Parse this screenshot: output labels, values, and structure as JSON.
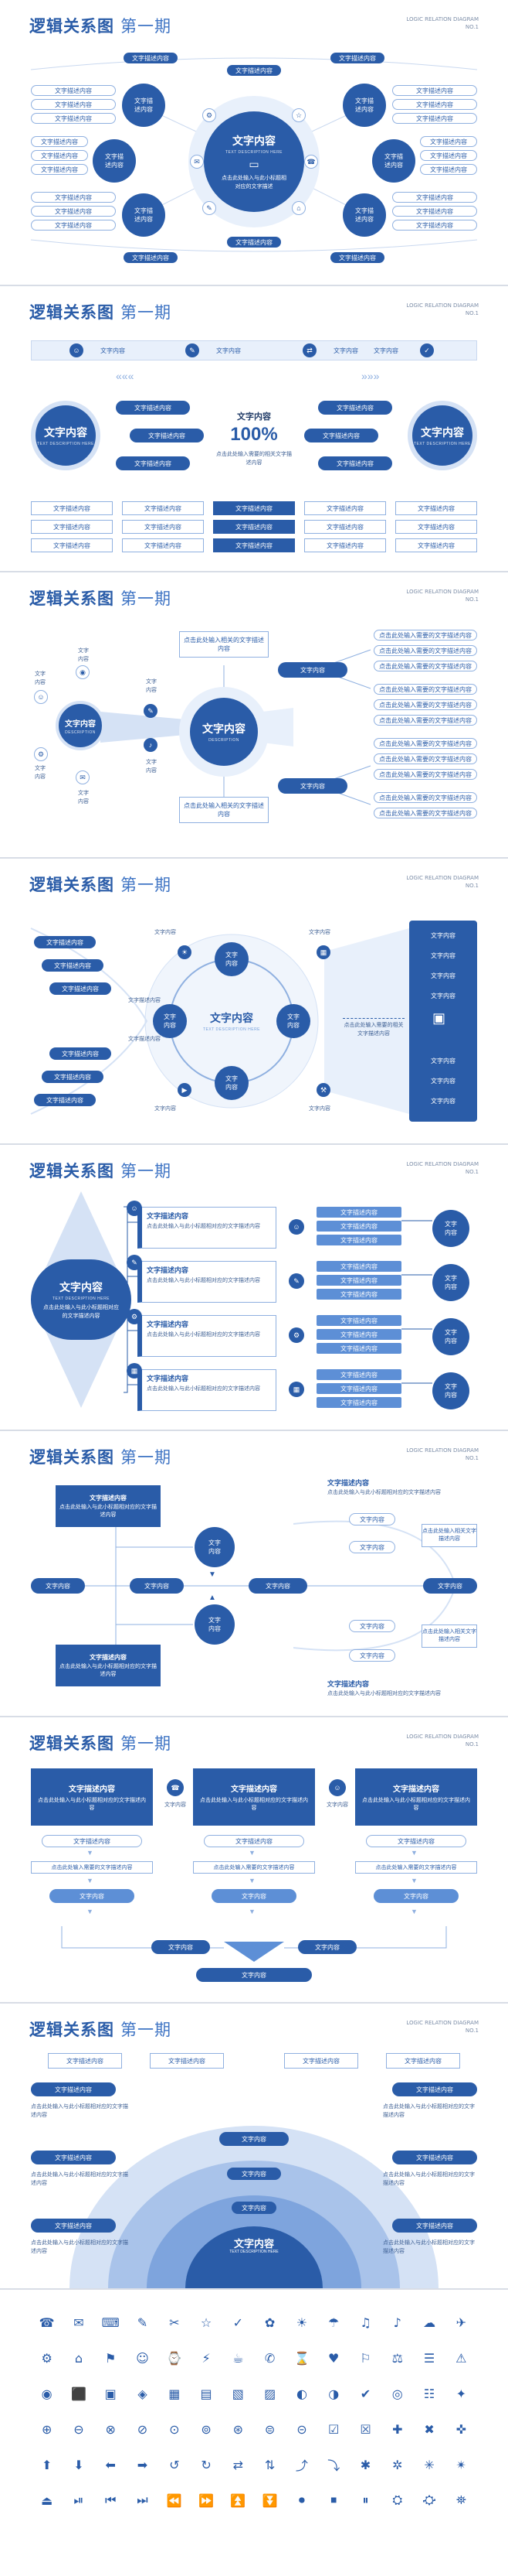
{
  "common": {
    "title": "逻辑关系图",
    "subtitle": "第一期",
    "tag_line1": "LOGIC RELATION DIAGRAM",
    "tag_line2": "NO.1",
    "desc": "文字描述内容",
    "content": "文字内容",
    "en_desc": "TEXT DESCRIPTION HERE",
    "content_multiline": "文字\n内容",
    "desc_multiline": "文字描\n述内容",
    "click_text": "点击此处输入与此小标题相对应的文字描述内容"
  },
  "slide1": {
    "center_title": "文字内容",
    "center_en": "TEXT DESCRIPTION HERE",
    "center_text": "点击此处输入与此小标题相对应的文字描述",
    "top_pills": [
      "文字描述内容",
      "文字描述内容",
      "文字描述内容"
    ],
    "bottom_pills": [
      "文字描述内容",
      "文字描述内容",
      "文字描述内容"
    ],
    "node_label": "文字描述内容",
    "list_item": "文字描述内容"
  },
  "slide2": {
    "bar_items": [
      "文字内容",
      "文字内容",
      "文字内容",
      "文字内容"
    ],
    "center_title": "文字内容",
    "percent": "100%",
    "center_text": "点击此处输入需要的相关文字描述内容",
    "circle_title": "文字内容",
    "circle_en": "TEXT DESCRIPTION HERE",
    "pill": "文字描述内容",
    "grid_item": "文字描述内容"
  },
  "slide3": {
    "top_box": "点击此处输入相关的文字描述内容",
    "bottom_box": "点击此处输入相关的文字描述内容",
    "side_item": "点击此处输入需要的文字描述内容",
    "small_label": "文字\n内容",
    "pill": "文字内容",
    "circle_title": "文字内容",
    "circle_en": "DESCRIPTION"
  },
  "slide4": {
    "center_title": "文字内容",
    "center_en": "TEXT DESCRIPTION HERE",
    "ring_nodes": [
      "文字\n内容",
      "文字\n内容",
      "文字\n内容",
      "文字\n内容"
    ],
    "right_items": [
      "文字内容",
      "文字内容",
      "文字内容",
      "文字内容",
      "文字内容",
      "文字内容",
      "文字内容"
    ],
    "right_text": "点击此处输入需要的相关文字描述内容",
    "left_pill": "文字描述内容",
    "small_label": "文字内容"
  },
  "slide5": {
    "diamond_title": "文字内容",
    "diamond_en": "TEXT DESCRIPTION HERE",
    "diamond_text": "点击此处输入与此小标题相对应的文字描述内容",
    "card_title": "文字描述内容",
    "card_text": "点击此处输入与此小标题相对应的文字描述内容",
    "row_pill": "文字描述内容",
    "right_circle": "文字\n内容"
  },
  "slide6": {
    "box_title": "文字描述内容",
    "box_text": "点击此处输入与此小标题相对应的文字描述内容",
    "left_pill": "文字内容",
    "circle": "文字\n内容",
    "center_pill": "文字内容",
    "right_title": "文字描述内容",
    "right_text": "点击此处输入与此小标题相对应的文字描述内容",
    "small_pill": "文字内容",
    "side_box": "点击此处输入相关文字描述内容"
  },
  "slide7": {
    "card_title": "文字描述内容",
    "card_text": "点击此处输入与此小标题相对应的文字描述内容",
    "icon_label": "文字内容",
    "row1": "文字描述内容",
    "row2": "点击此处输入需要的文字描述内容",
    "pill": "文字内容",
    "bottom_pill": "文字内容"
  },
  "slide8": {
    "top_items": [
      "文字描述内容",
      "文字描述内容",
      "文字描述内容",
      "文字描述内容"
    ],
    "arc_labels": [
      "文字内容",
      "文字内容",
      "文字内容"
    ],
    "center_title": "文字内容",
    "center_en": "TEXT DESCRIPTION HERE",
    "side_pill": "文字描述内容",
    "side_text": "点击此处输入与此小标题相对应的文字描述内容"
  },
  "slide9": {
    "icons": [
      "☎",
      "✉",
      "⌨",
      "✎",
      "✂",
      "☆",
      "✓",
      "✿",
      "☀",
      "☂",
      "♫",
      "♪",
      "☁",
      "✈",
      "⚙",
      "⌂",
      "⚑",
      "☺",
      "⌚",
      "⚡",
      "☕",
      "✆",
      "⌛",
      "♥",
      "⚐",
      "⚖",
      "☰",
      "⚠",
      "◉",
      "⬛",
      "▣",
      "◈",
      "▦",
      "▤",
      "▧",
      "▨",
      "◐",
      "◑",
      "✔",
      "◎",
      "☷",
      "✦",
      "⊕",
      "⊖",
      "⊗",
      "⊘",
      "⊙",
      "⊚",
      "⊛",
      "⊜",
      "⊝",
      "☑",
      "☒",
      "✚",
      "✖",
      "✜",
      "⬆",
      "⬇",
      "⬅",
      "➡",
      "↺",
      "↻",
      "⇄",
      "⇅",
      "⤴",
      "⤵",
      "✱",
      "✲",
      "✳",
      "✴",
      "⏏",
      "⏯",
      "⏮",
      "⏭",
      "⏪",
      "⏩",
      "⏫",
      "⏬",
      "⏺",
      "⏹",
      "⏸",
      "⛭",
      "⛮",
      "⛯"
    ]
  }
}
